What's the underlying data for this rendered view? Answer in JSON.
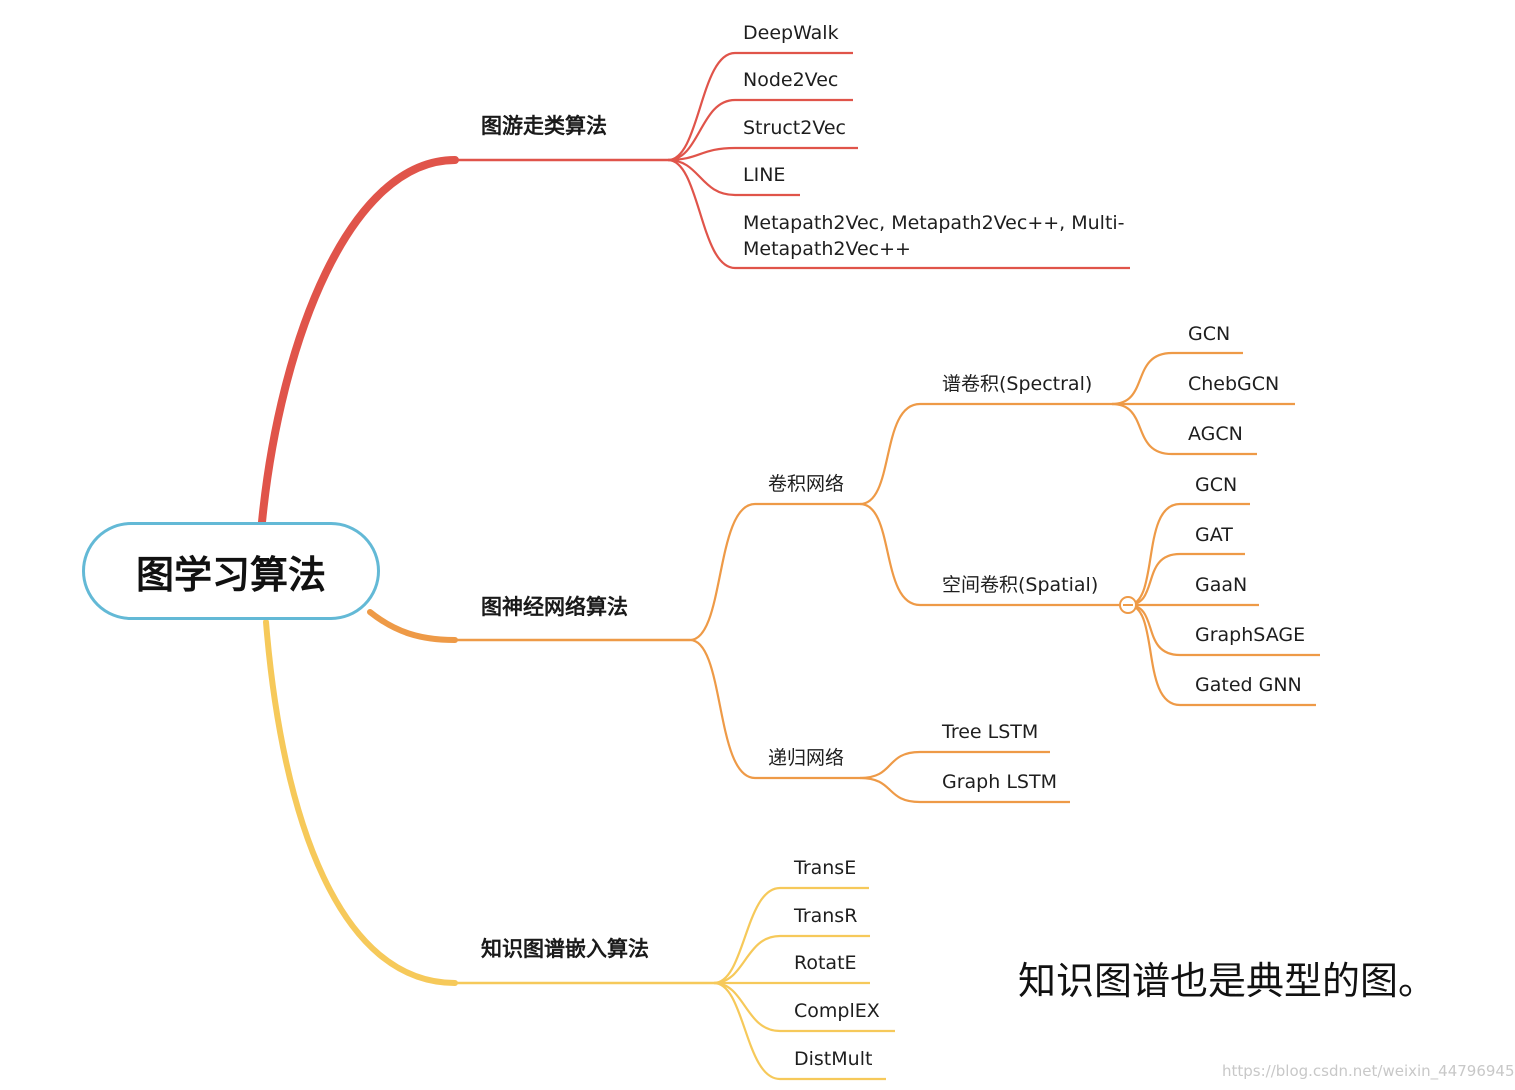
{
  "root": {
    "label": "图学习算法"
  },
  "branches": {
    "walk": {
      "label": "图游走类算法",
      "color": "#e0544a",
      "items": [
        "DeepWalk",
        "Node2Vec",
        "Struct2Vec",
        "LINE",
        "Metapath2Vec, Metapath2Vec++, Multi-Metapath2Vec++"
      ]
    },
    "gnn": {
      "label": "图神经网络算法",
      "color": "#ee9a47",
      "conv": {
        "label": "卷积网络",
        "spectral": {
          "label": "谱卷积(Spectral)",
          "items": [
            "GCN",
            "ChebGCN",
            "AGCN"
          ]
        },
        "spatial": {
          "label": "空间卷积(Spatial)",
          "items": [
            "GCN",
            "GAT",
            "GaaN",
            "GraphSAGE",
            "Gated GNN"
          ]
        }
      },
      "rec": {
        "label": "递归网络",
        "items": [
          "Tree LSTM",
          "Graph LSTM"
        ]
      }
    },
    "kg": {
      "label": "知识图谱嵌入算法",
      "color": "#f6c95a",
      "items": [
        "TransE",
        "TransR",
        "RotatE",
        "ComplEX",
        "DistMult"
      ]
    }
  },
  "root_border_color": "#63b9d6",
  "note": "知识图谱也是典型的图。",
  "watermark": "https://blog.csdn.net/weixin_44796945"
}
